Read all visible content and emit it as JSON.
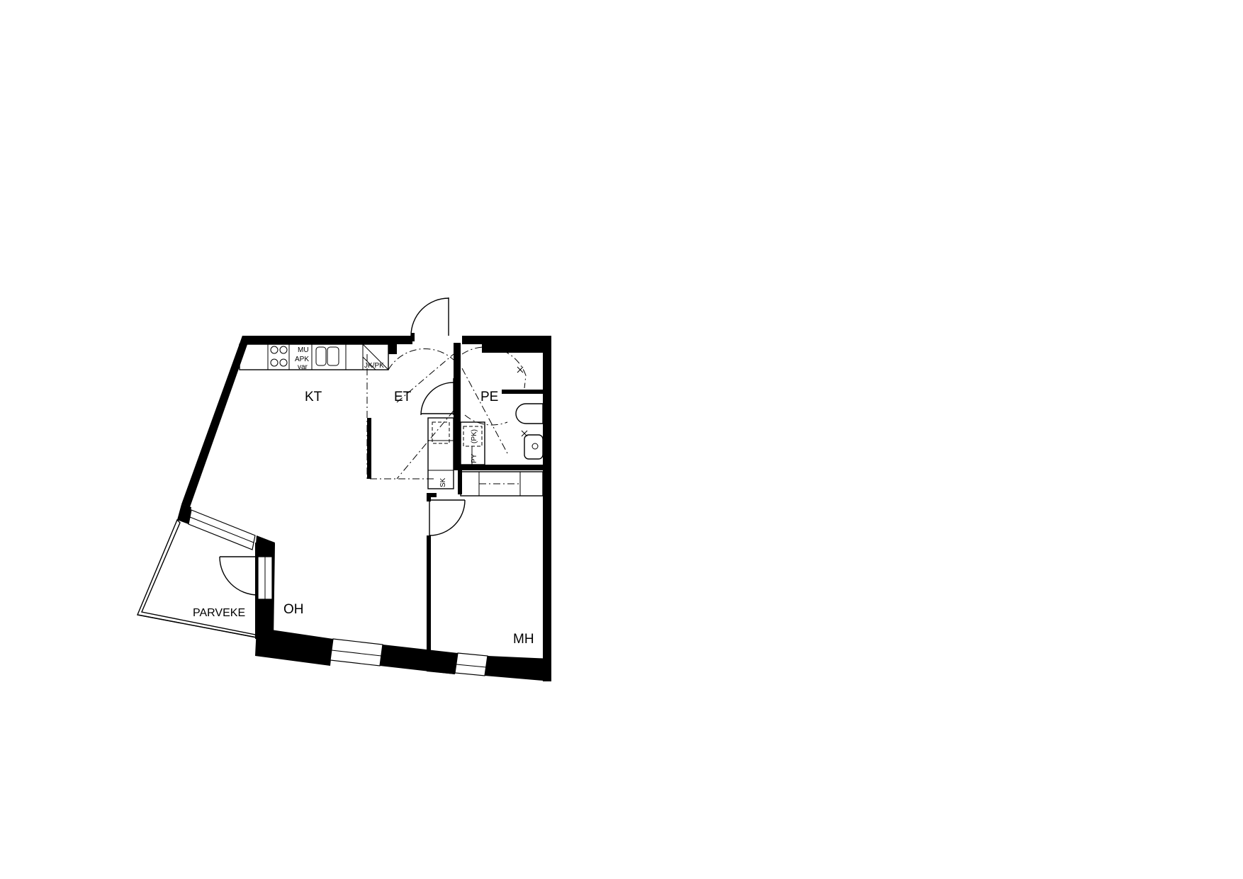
{
  "rooms": {
    "kt": "KT",
    "et": "ET",
    "pe": "PE",
    "oh": "OH",
    "mh": "MH",
    "parveke": "PARVEKE"
  },
  "fixtures": {
    "jkpk": "JK/PK",
    "sk": "SK",
    "py": "PY",
    "pk": "(PK)",
    "mu": "MU",
    "apk": "APK",
    "var": "var"
  }
}
